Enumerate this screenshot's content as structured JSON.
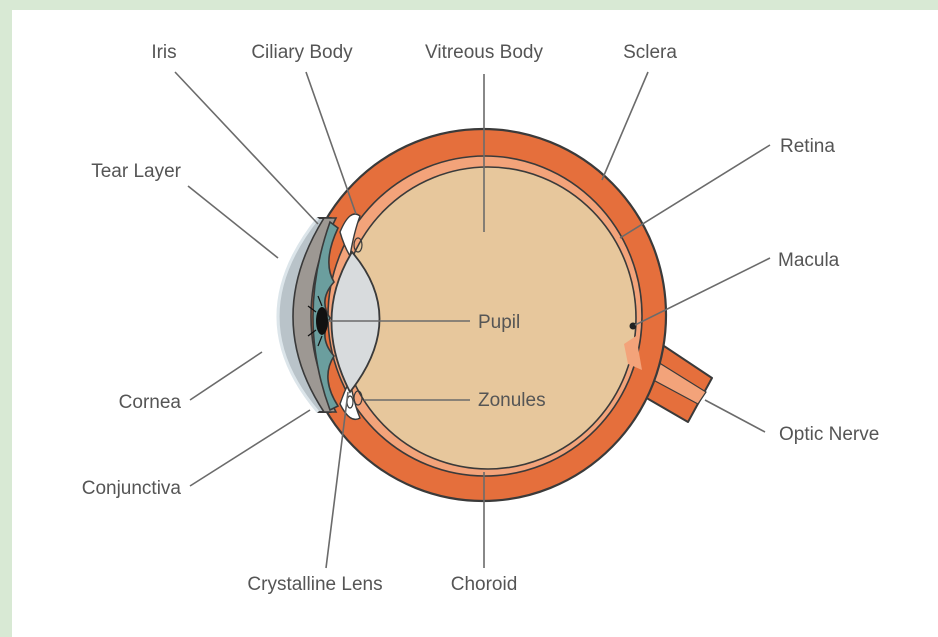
{
  "diagram": {
    "labels": {
      "iris": "Iris",
      "ciliary_body": "Ciliary Body",
      "vitreous_body": "Vitreous Body",
      "sclera": "Sclera",
      "tear_layer": "Tear Layer",
      "retina": "Retina",
      "macula": "Macula",
      "pupil": "Pupil",
      "zonules": "Zonules",
      "cornea": "Cornea",
      "optic_nerve": "Optic Nerve",
      "conjunctiva": "Conjunctiva",
      "crystalline_lens": "Crystalline Lens",
      "choroid": "Choroid"
    },
    "colors": {
      "background": "#d8e9d4",
      "panel": "#ffffff",
      "sclera": "#e56f3c",
      "retina_band": "#f3a37a",
      "vitreous": "#e7c79c",
      "cornea": "#b9c3c9",
      "conjunctiva": "#9d9893",
      "iris": "#6b9e9e",
      "lens": "#d8dbdd",
      "outline": "#3a3a3a",
      "label_text": "#555555"
    }
  }
}
